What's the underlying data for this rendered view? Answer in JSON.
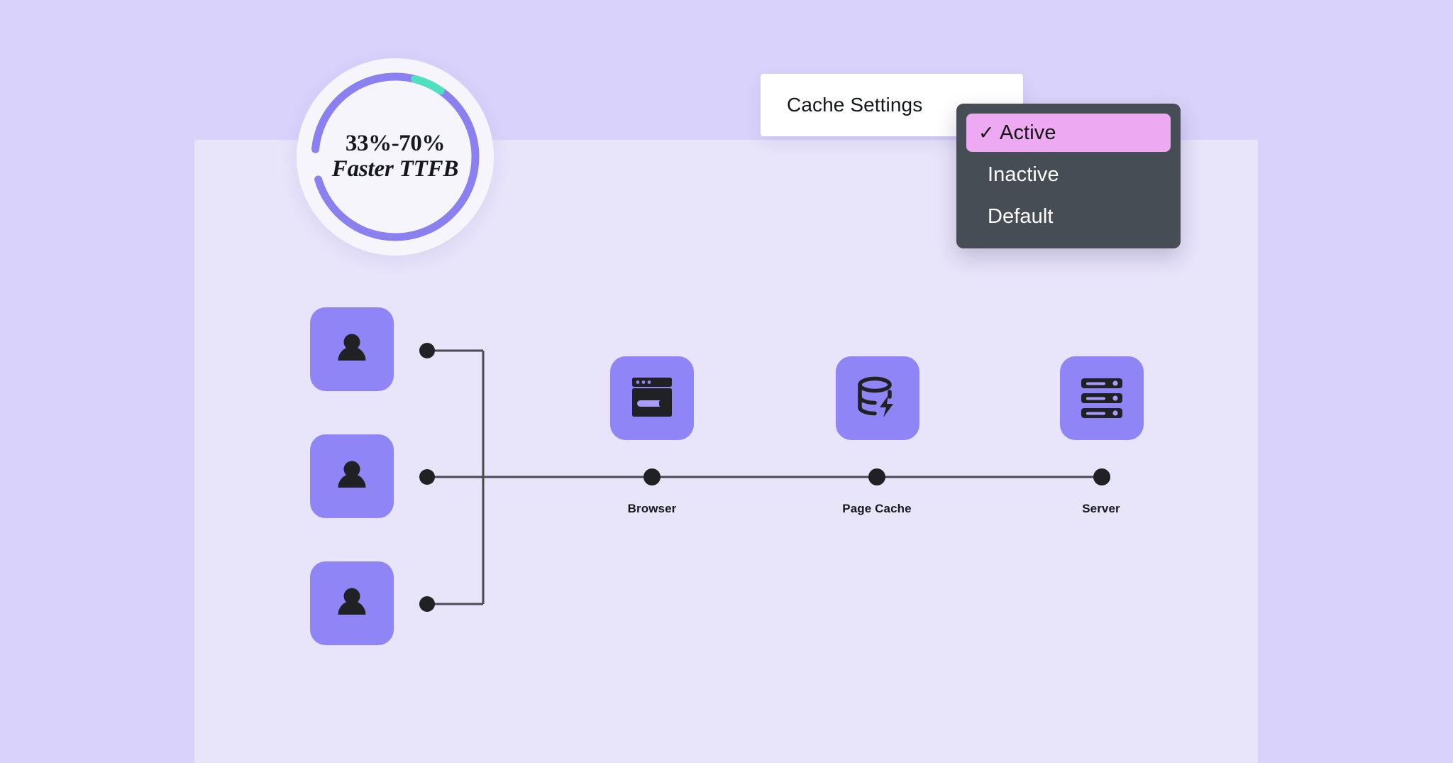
{
  "theme": {
    "background": "#d9d3fb",
    "panel": "#e8e4fa",
    "tile_purple": "#8f85f7",
    "ring_purple": "#8b80f0",
    "ring_teal": "#4fe0c0",
    "dropdown_bg": "#474d55",
    "dropdown_selected": "#edaaf2",
    "icon_dark": "#1f2125",
    "line": "#4a4a50"
  },
  "badge": {
    "name": "ttfb-badge",
    "line1": "33%-70%",
    "line2": "Faster TTFB",
    "ring": {
      "purple_sweep_percent": 94,
      "teal_sweep_percent": 6,
      "teal_start_percent": 94
    }
  },
  "settings_card": {
    "title": "Cache Settings"
  },
  "dropdown": {
    "options": [
      {
        "label": "Active",
        "selected": true,
        "check": "✓"
      },
      {
        "label": "Inactive",
        "selected": false
      },
      {
        "label": "Default",
        "selected": false
      }
    ]
  },
  "diagram": {
    "users": [
      {
        "icon": "user-icon",
        "label": ""
      },
      {
        "icon": "user-icon",
        "label": ""
      },
      {
        "icon": "user-icon",
        "label": ""
      }
    ],
    "nodes": [
      {
        "icon": "browser-icon",
        "label": "Browser"
      },
      {
        "icon": "database-bolt-icon",
        "label": "Page Cache"
      },
      {
        "icon": "server-rack-icon",
        "label": "Server"
      }
    ]
  }
}
